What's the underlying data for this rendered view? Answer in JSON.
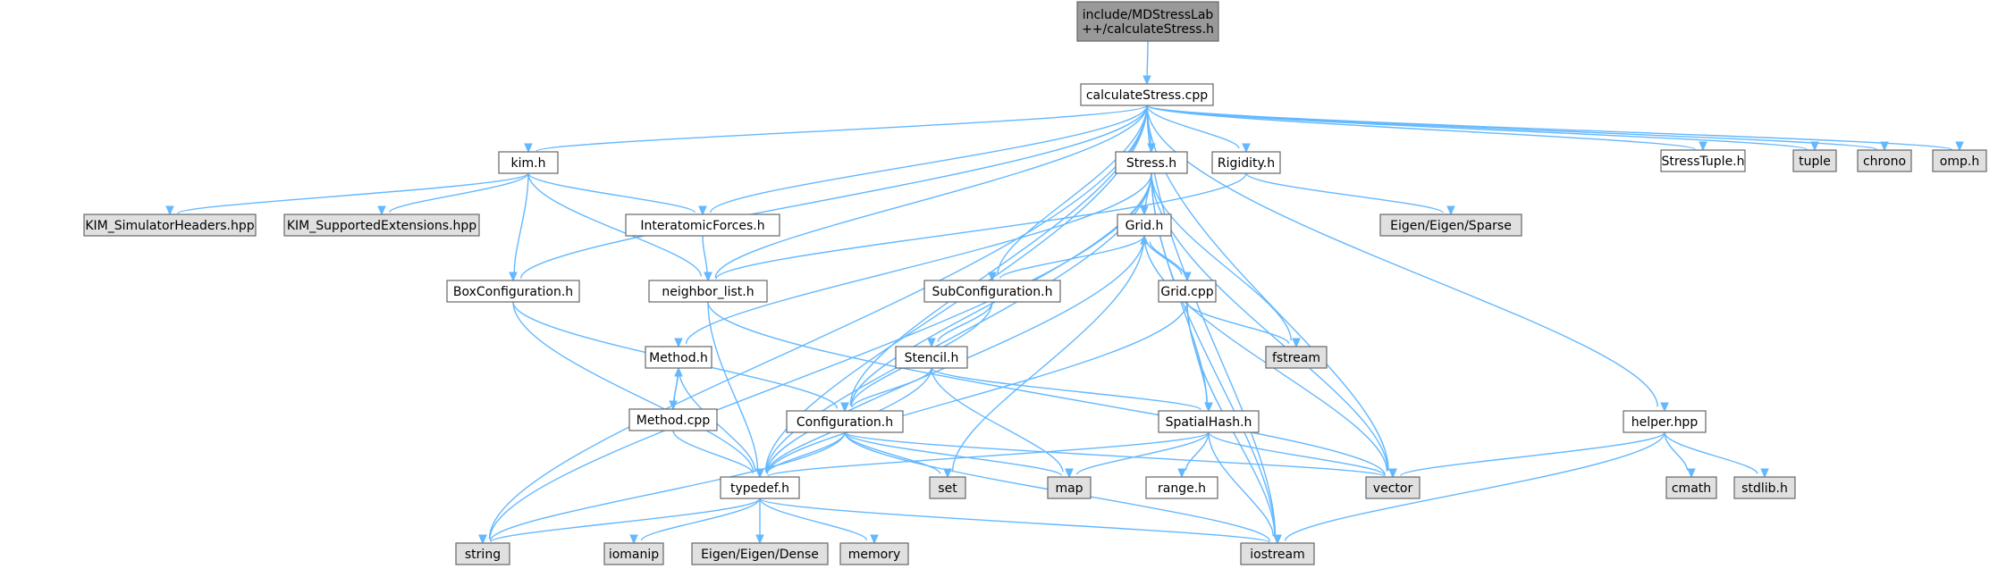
{
  "colors": {
    "root_fill": "#999999",
    "file_fill": "#ffffff",
    "system_fill": "#e0e0e0",
    "border": "#666666",
    "edge": "#63b8ff"
  },
  "nodes": {
    "root": {
      "lines": [
        "include/MDStressLab",
        "++/calculateStress.h"
      ],
      "kind": "root"
    },
    "calcstress": {
      "lines": [
        "calculateStress.cpp"
      ],
      "kind": "file"
    },
    "kim": {
      "lines": [
        "kim.h"
      ],
      "kind": "file"
    },
    "stress": {
      "lines": [
        "Stress.h"
      ],
      "kind": "file"
    },
    "rigidity": {
      "lines": [
        "Rigidity.h"
      ],
      "kind": "file"
    },
    "stresstuple": {
      "lines": [
        "StressTuple.h"
      ],
      "kind": "file"
    },
    "tuple": {
      "lines": [
        "tuple"
      ],
      "kind": "system"
    },
    "chrono": {
      "lines": [
        "chrono"
      ],
      "kind": "system"
    },
    "omp": {
      "lines": [
        "omp.h"
      ],
      "kind": "system"
    },
    "kimsim": {
      "lines": [
        "KIM_SimulatorHeaders.hpp"
      ],
      "kind": "system"
    },
    "kimsup": {
      "lines": [
        "KIM_SupportedExtensions.hpp"
      ],
      "kind": "system"
    },
    "interforces": {
      "lines": [
        "InteratomicForces.h"
      ],
      "kind": "file"
    },
    "grid": {
      "lines": [
        "Grid.h"
      ],
      "kind": "file"
    },
    "eigensparse": {
      "lines": [
        "Eigen/Eigen/Sparse"
      ],
      "kind": "system"
    },
    "boxconf": {
      "lines": [
        "BoxConfiguration.h"
      ],
      "kind": "file"
    },
    "neighbor": {
      "lines": [
        "neighbor_list.h"
      ],
      "kind": "file"
    },
    "subconf": {
      "lines": [
        "SubConfiguration.h"
      ],
      "kind": "file"
    },
    "gridcpp": {
      "lines": [
        "Grid.cpp"
      ],
      "kind": "file"
    },
    "fstream": {
      "lines": [
        "fstream"
      ],
      "kind": "system"
    },
    "method": {
      "lines": [
        "Method.h"
      ],
      "kind": "file"
    },
    "stencil": {
      "lines": [
        "Stencil.h"
      ],
      "kind": "file"
    },
    "methodcpp": {
      "lines": [
        "Method.cpp"
      ],
      "kind": "file"
    },
    "configuration": {
      "lines": [
        "Configuration.h"
      ],
      "kind": "file"
    },
    "spatialhash": {
      "lines": [
        "SpatialHash.h"
      ],
      "kind": "file"
    },
    "helper": {
      "lines": [
        "helper.hpp"
      ],
      "kind": "file"
    },
    "set": {
      "lines": [
        "set"
      ],
      "kind": "system"
    },
    "map": {
      "lines": [
        "map"
      ],
      "kind": "system"
    },
    "range": {
      "lines": [
        "range.h"
      ],
      "kind": "file"
    },
    "vector": {
      "lines": [
        "vector"
      ],
      "kind": "system"
    },
    "cmath": {
      "lines": [
        "cmath"
      ],
      "kind": "system"
    },
    "stdlib": {
      "lines": [
        "stdlib.h"
      ],
      "kind": "system"
    },
    "typedef": {
      "lines": [
        "typedef.h"
      ],
      "kind": "file"
    },
    "string": {
      "lines": [
        "string"
      ],
      "kind": "system"
    },
    "iomanip": {
      "lines": [
        "iomanip"
      ],
      "kind": "system"
    },
    "eigendense": {
      "lines": [
        "Eigen/Eigen/Dense"
      ],
      "kind": "system"
    },
    "memory": {
      "lines": [
        "memory"
      ],
      "kind": "system"
    },
    "iostream": {
      "lines": [
        "iostream"
      ],
      "kind": "system"
    }
  },
  "edges": [
    [
      "root",
      "calcstress"
    ],
    [
      "calcstress",
      "kim"
    ],
    [
      "calcstress",
      "stress"
    ],
    [
      "calcstress",
      "rigidity"
    ],
    [
      "calcstress",
      "stresstuple"
    ],
    [
      "calcstress",
      "tuple"
    ],
    [
      "calcstress",
      "chrono"
    ],
    [
      "calcstress",
      "omp"
    ],
    [
      "calcstress",
      "interforces"
    ],
    [
      "calcstress",
      "boxconf"
    ],
    [
      "calcstress",
      "neighbor"
    ],
    [
      "calcstress",
      "subconf"
    ],
    [
      "calcstress",
      "configuration"
    ],
    [
      "calcstress",
      "helper"
    ],
    [
      "calcstress",
      "vector"
    ],
    [
      "calcstress",
      "typedef"
    ],
    [
      "calcstress",
      "string"
    ],
    [
      "calcstress",
      "iostream"
    ],
    [
      "kim",
      "kimsim"
    ],
    [
      "kim",
      "kimsup"
    ],
    [
      "kim",
      "interforces"
    ],
    [
      "kim",
      "boxconf"
    ],
    [
      "kim",
      "neighbor"
    ],
    [
      "stress",
      "grid"
    ],
    [
      "stress",
      "fstream"
    ],
    [
      "stress",
      "method"
    ],
    [
      "stress",
      "spatialhash"
    ],
    [
      "stress",
      "vector"
    ],
    [
      "stress",
      "iostream"
    ],
    [
      "stress",
      "typedef"
    ],
    [
      "stress",
      "string"
    ],
    [
      "stress",
      "configuration"
    ],
    [
      "rigidity",
      "eigensparse"
    ],
    [
      "rigidity",
      "neighbor"
    ],
    [
      "interforces",
      "neighbor"
    ],
    [
      "grid",
      "gridcpp"
    ],
    [
      "grid",
      "subconf"
    ],
    [
      "grid",
      "set"
    ],
    [
      "grid",
      "vector"
    ],
    [
      "grid",
      "typedef"
    ],
    [
      "gridcpp",
      "grid"
    ],
    [
      "gridcpp",
      "fstream"
    ],
    [
      "gridcpp",
      "spatialhash"
    ],
    [
      "gridcpp",
      "iostream"
    ],
    [
      "gridcpp",
      "typedef"
    ],
    [
      "boxconf",
      "configuration"
    ],
    [
      "boxconf",
      "typedef"
    ],
    [
      "neighbor",
      "vector"
    ],
    [
      "neighbor",
      "typedef"
    ],
    [
      "subconf",
      "stencil"
    ],
    [
      "subconf",
      "configuration"
    ],
    [
      "method",
      "methodcpp"
    ],
    [
      "method",
      "typedef"
    ],
    [
      "methodcpp",
      "method"
    ],
    [
      "methodcpp",
      "typedef"
    ],
    [
      "stencil",
      "configuration"
    ],
    [
      "stencil",
      "spatialhash"
    ],
    [
      "stencil",
      "map"
    ],
    [
      "stencil",
      "typedef"
    ],
    [
      "configuration",
      "typedef"
    ],
    [
      "configuration",
      "set"
    ],
    [
      "configuration",
      "map"
    ],
    [
      "configuration",
      "vector"
    ],
    [
      "configuration",
      "iostream"
    ],
    [
      "configuration",
      "string"
    ],
    [
      "spatialhash",
      "range"
    ],
    [
      "spatialhash",
      "map"
    ],
    [
      "spatialhash",
      "vector"
    ],
    [
      "spatialhash",
      "iostream"
    ],
    [
      "spatialhash",
      "typedef"
    ],
    [
      "helper",
      "cmath"
    ],
    [
      "helper",
      "stdlib"
    ],
    [
      "helper",
      "vector"
    ],
    [
      "helper",
      "iostream"
    ],
    [
      "typedef",
      "string"
    ],
    [
      "typedef",
      "iomanip"
    ],
    [
      "typedef",
      "eigendense"
    ],
    [
      "typedef",
      "memory"
    ],
    [
      "typedef",
      "iostream"
    ]
  ]
}
